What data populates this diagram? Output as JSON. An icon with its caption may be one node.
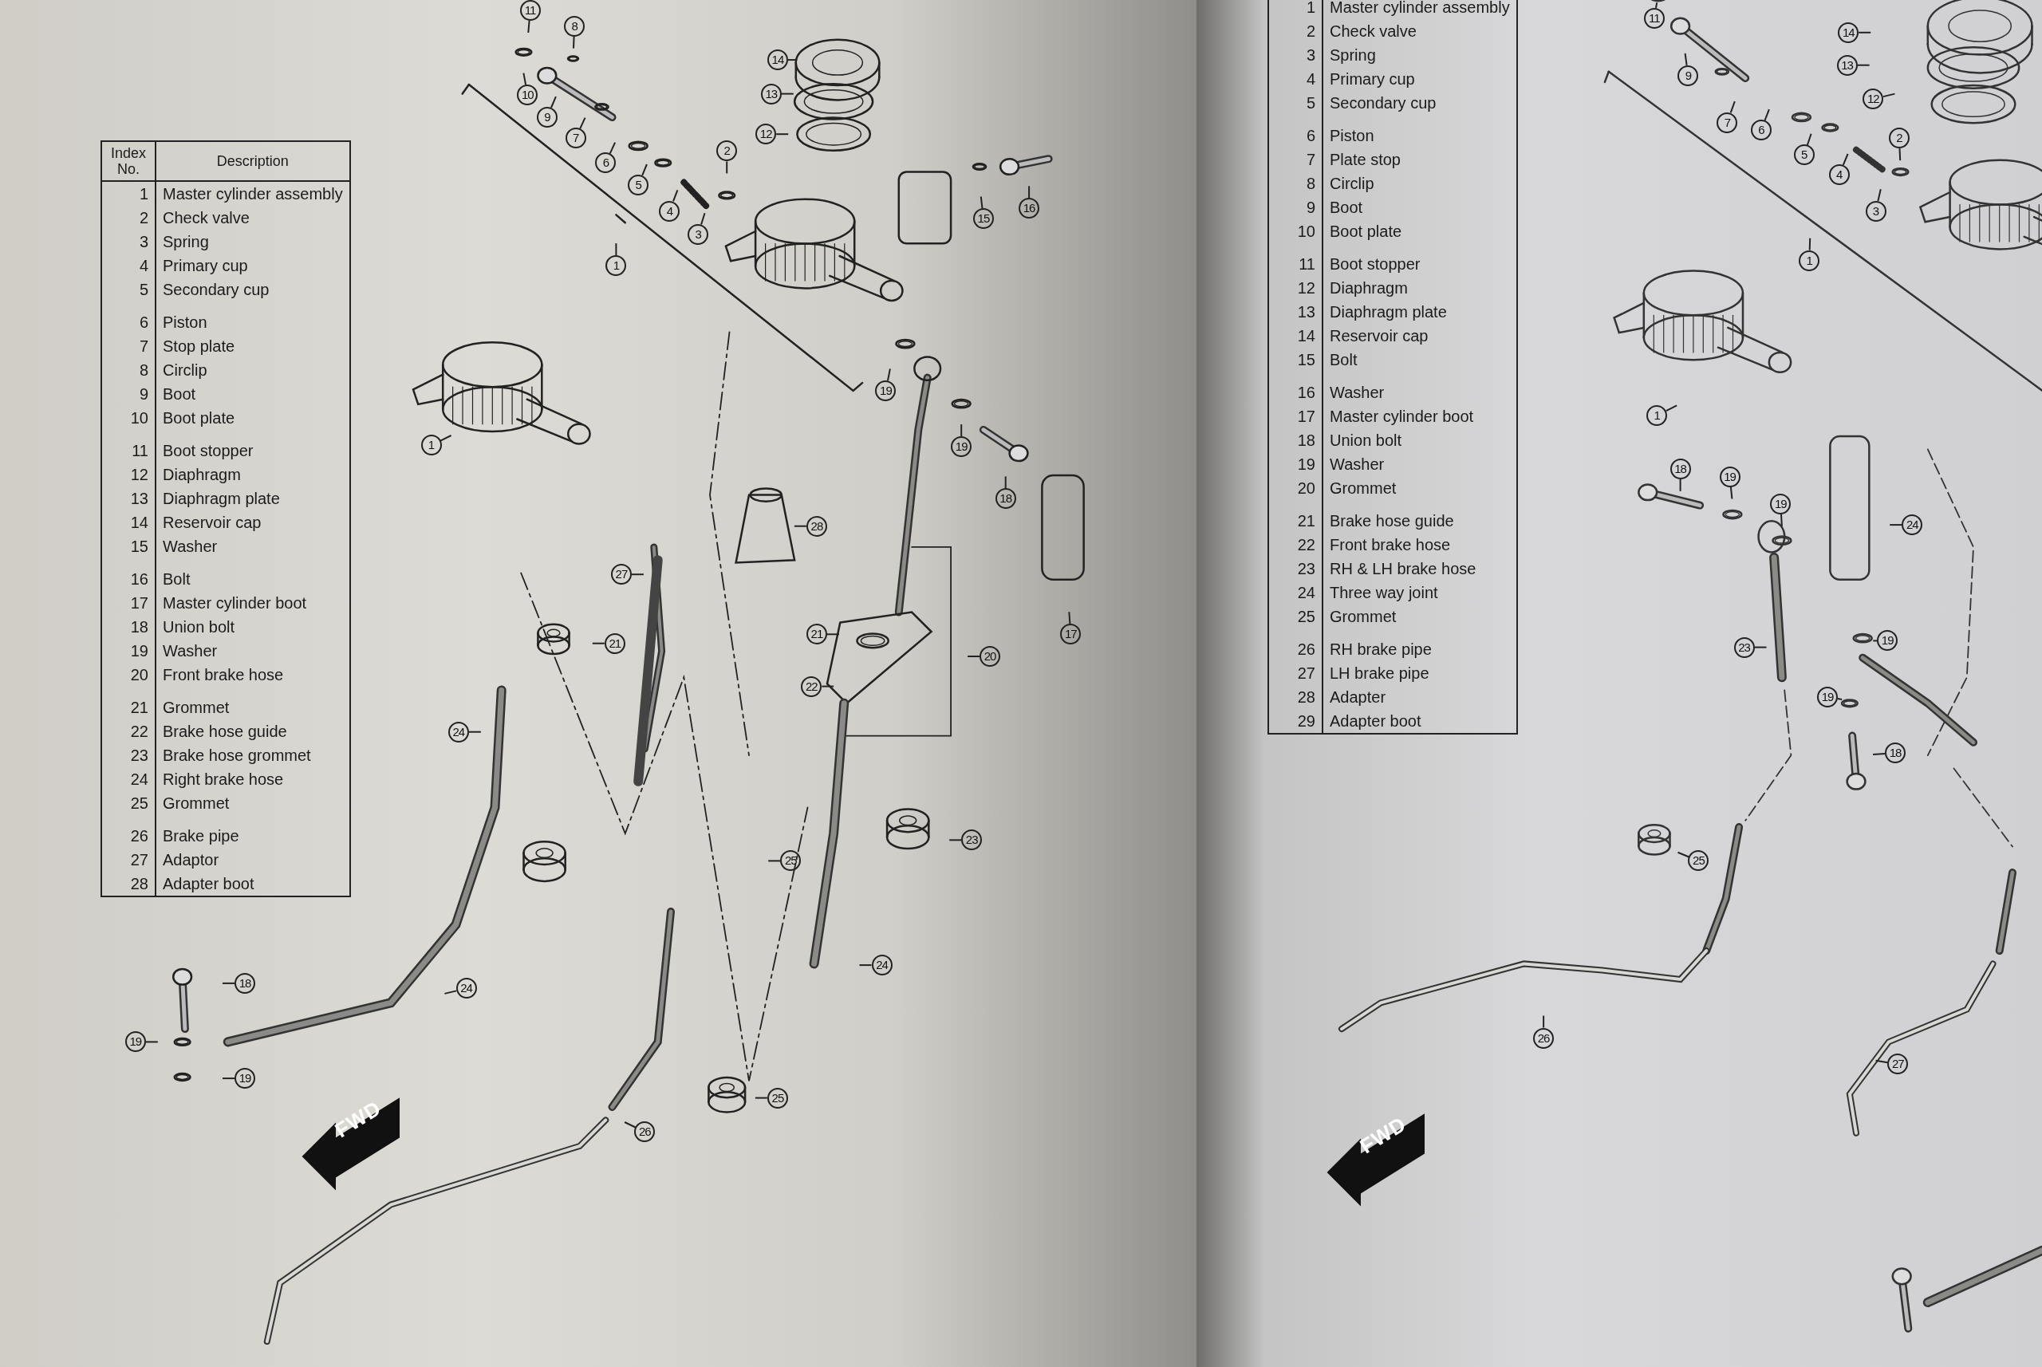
{
  "diagram": {
    "nodes": [
      {
        "text": [
          "11"
        ]
      },
      {
        "text": [
          "8"
        ]
      },
      {
        "text": [
          "10"
        ]
      },
      {
        "text": [
          "9"
        ]
      },
      {
        "text": [
          "7"
        ]
      },
      {
        "text": [
          "6"
        ]
      },
      {
        "text": [
          "5"
        ]
      },
      {
        "text": [
          "4"
        ]
      },
      {
        "text": [
          "3"
        ]
      },
      {
        "text": [
          "2"
        ]
      },
      {
        "text": [
          "1"
        ]
      },
      {
        "text": [
          "14"
        ]
      },
      {
        "text": [
          "13"
        ]
      },
      {
        "text": [
          "12"
        ]
      },
      {
        "text": [
          "15"
        ]
      },
      {
        "text": [
          "16"
        ]
      },
      {
        "text": [
          "1"
        ]
      },
      {
        "text": [
          "19"
        ]
      },
      {
        "text": [
          "19"
        ]
      },
      {
        "text": [
          "18"
        ]
      },
      {
        "text": [
          "17"
        ]
      },
      {
        "text": [
          "28"
        ]
      },
      {
        "text": [
          "27"
        ]
      },
      {
        "text": [
          "21"
        ]
      },
      {
        "text": [
          "21"
        ]
      },
      {
        "text": [
          "22"
        ]
      },
      {
        "text": [
          "20"
        ]
      },
      {
        "text": [
          "24"
        ]
      },
      {
        "text": [
          "25"
        ]
      },
      {
        "text": [
          "23"
        ]
      },
      {
        "text": [
          "24"
        ]
      },
      {
        "text": [
          "24"
        ]
      },
      {
        "text": [
          "18"
        ]
      },
      {
        "text": [
          "19"
        ]
      },
      {
        "text": [
          "19"
        ]
      },
      {
        "text": [
          "25"
        ]
      },
      {
        "text": [
          "26"
        ]
      },
      {
        "text": [
          "11"
        ]
      },
      {
        "text": [
          "9"
        ]
      },
      {
        "text": [
          "7"
        ]
      },
      {
        "text": [
          "6"
        ]
      },
      {
        "text": [
          "5"
        ]
      },
      {
        "text": [
          "4"
        ]
      },
      {
        "text": [
          "3"
        ]
      },
      {
        "text": [
          "2"
        ]
      },
      {
        "text": [
          "14"
        ]
      },
      {
        "text": [
          "13"
        ]
      },
      {
        "text": [
          "12"
        ]
      },
      {
        "text": [
          "1"
        ]
      },
      {
        "text": [
          "1"
        ]
      },
      {
        "text": [
          "18"
        ]
      },
      {
        "text": [
          "19"
        ]
      },
      {
        "text": [
          "19"
        ]
      },
      {
        "text": [
          "24"
        ]
      },
      {
        "text": [
          "23"
        ]
      },
      {
        "text": [
          "19"
        ]
      },
      {
        "text": [
          "19"
        ]
      },
      {
        "text": [
          "18"
        ]
      },
      {
        "text": [
          "25"
        ]
      },
      {
        "text": [
          "26"
        ]
      },
      {
        "text": [
          "27"
        ]
      }
    ],
    "edges": [
      {
        "from": 0,
        "to": null,
        "arrow": "none"
      },
      {
        "from": 1,
        "to": null,
        "arrow": "none"
      },
      {
        "from": 2,
        "to": null,
        "arrow": "none"
      },
      {
        "from": 3,
        "to": null,
        "arrow": "none"
      },
      {
        "from": 4,
        "to": null,
        "arrow": "none"
      },
      {
        "from": 5,
        "to": null,
        "arrow": "none"
      },
      {
        "from": 6,
        "to": null,
        "arrow": "none"
      },
      {
        "from": 7,
        "to": null,
        "arrow": "none"
      },
      {
        "from": 8,
        "to": null,
        "arrow": "none"
      },
      {
        "from": 9,
        "to": null,
        "arrow": "none"
      },
      {
        "from": 10,
        "to": null,
        "arrow": "none"
      },
      {
        "from": 11,
        "to": null,
        "arrow": "none"
      },
      {
        "from": 12,
        "to": null,
        "arrow": "none"
      },
      {
        "from": 13,
        "to": null,
        "arrow": "none"
      },
      {
        "from": 14,
        "to": null,
        "arrow": "none"
      },
      {
        "from": 15,
        "to": null,
        "arrow": "none"
      },
      {
        "from": 16,
        "to": null,
        "arrow": "none"
      },
      {
        "from": 17,
        "to": null,
        "arrow": "none"
      },
      {
        "from": 18,
        "to": null,
        "arrow": "none"
      },
      {
        "from": 19,
        "to": null,
        "arrow": "none"
      },
      {
        "from": 20,
        "to": null,
        "arrow": "none"
      },
      {
        "from": 21,
        "to": null,
        "arrow": "none"
      },
      {
        "from": 22,
        "to": null,
        "arrow": "none"
      },
      {
        "from": 23,
        "to": null,
        "arrow": "none"
      },
      {
        "from": 24,
        "to": null,
        "arrow": "none"
      },
      {
        "from": 25,
        "to": null,
        "arrow": "none"
      },
      {
        "from": 26,
        "to": null,
        "arrow": "none"
      },
      {
        "from": 27,
        "to": null,
        "arrow": "none"
      },
      {
        "from": 28,
        "to": null,
        "arrow": "none"
      },
      {
        "from": 29,
        "to": null,
        "arrow": "none"
      },
      {
        "from": 30,
        "to": null,
        "arrow": "none"
      },
      {
        "from": 31,
        "to": null,
        "arrow": "none"
      },
      {
        "from": 32,
        "to": null,
        "arrow": "none"
      },
      {
        "from": 33,
        "to": null,
        "arrow": "none"
      },
      {
        "from": 34,
        "to": null,
        "arrow": "none"
      },
      {
        "from": 35,
        "to": null,
        "arrow": "none"
      },
      {
        "from": 36,
        "to": null,
        "arrow": "none"
      },
      {
        "from": 37,
        "to": null,
        "arrow": "none"
      },
      {
        "from": 38,
        "to": null,
        "arrow": "none"
      },
      {
        "from": 39,
        "to": null,
        "arrow": "none"
      },
      {
        "from": 40,
        "to": null,
        "arrow": "none"
      },
      {
        "from": 41,
        "to": null,
        "arrow": "none"
      },
      {
        "from": 42,
        "to": null,
        "arrow": "none"
      },
      {
        "from": 43,
        "to": null,
        "arrow": "none"
      },
      {
        "from": 44,
        "to": null,
        "arrow": "none"
      },
      {
        "from": 45,
        "to": null,
        "arrow": "none"
      },
      {
        "from": 46,
        "to": null,
        "arrow": "none"
      },
      {
        "from": 47,
        "to": null,
        "arrow": "none"
      },
      {
        "from": 48,
        "to": null,
        "arrow": "none"
      },
      {
        "from": 49,
        "to": null,
        "arrow": "none"
      },
      {
        "from": 50,
        "to": null,
        "arrow": "none"
      },
      {
        "from": 51,
        "to": null,
        "arrow": "none"
      },
      {
        "from": 52,
        "to": null,
        "arrow": "none"
      },
      {
        "from": 53,
        "to": null,
        "arrow": "none"
      },
      {
        "from": 54,
        "to": null,
        "arrow": "none"
      },
      {
        "from": 55,
        "to": null,
        "arrow": "none"
      },
      {
        "from": 56,
        "to": null,
        "arrow": "none"
      },
      {
        "from": 57,
        "to": null,
        "arrow": "none"
      },
      {
        "from": 58,
        "to": null,
        "arrow": "none"
      },
      {
        "from": 59,
        "to": null,
        "arrow": "none"
      },
      {
        "from": 60,
        "to": null,
        "arrow": "none"
      }
    ],
    "labels": [
      "Index No.",
      "Description",
      "1",
      "Master cylinder assembly",
      "2",
      "Check valve",
      "3",
      "Spring",
      "4",
      "Primary cup",
      "5",
      "Secondary cup",
      "6",
      "Piston",
      "7",
      "Stop plate",
      "8",
      "Circlip",
      "9",
      "Boot",
      "10",
      "Boot plate",
      "11",
      "Boot stopper",
      "12",
      "Diaphragm",
      "13",
      "Diaphragm plate",
      "14",
      "Reservoir cap",
      "15",
      "Washer",
      "16",
      "Bolt",
      "17",
      "Master cylinder boot",
      "18",
      "Union bolt",
      "19",
      "Washer",
      "20",
      "Front brake hose",
      "21",
      "Grommet",
      "22",
      "Brake hose guide",
      "23",
      "Brake hose grommet",
      "24",
      "Right brake hose",
      "25",
      "Grommet",
      "26",
      "Brake pipe",
      "27",
      "Adaptor",
      "28",
      "Adapter boot",
      "FWD",
      "1",
      "Master cylinder assembly",
      "2",
      "Check valve",
      "3",
      "Spring",
      "4",
      "Primary cup",
      "5",
      "Secondary cup",
      "6",
      "Piston",
      "7",
      "Plate stop",
      "8",
      "Circlip",
      "9",
      "Boot",
      "10",
      "Boot plate",
      "11",
      "Boot stopper",
      "12",
      "Diaphragm",
      "13",
      "Diaphragm plate",
      "14",
      "Reservoir cap",
      "15",
      "Bolt",
      "16",
      "Washer",
      "17",
      "Master cylinder boot",
      "18",
      "Union bolt",
      "19",
      "Washer",
      "20",
      "Grommet",
      "21",
      "Brake hose guide",
      "22",
      "Front brake hose",
      "23",
      "RH & LH brake hose",
      "24",
      "Three way joint",
      "25",
      "Grommet",
      "26",
      "RH brake pipe",
      "27",
      "LH brake pipe",
      "28",
      "Adapter",
      "29",
      "Adapter boot",
      "FWD"
    ]
  }
}
